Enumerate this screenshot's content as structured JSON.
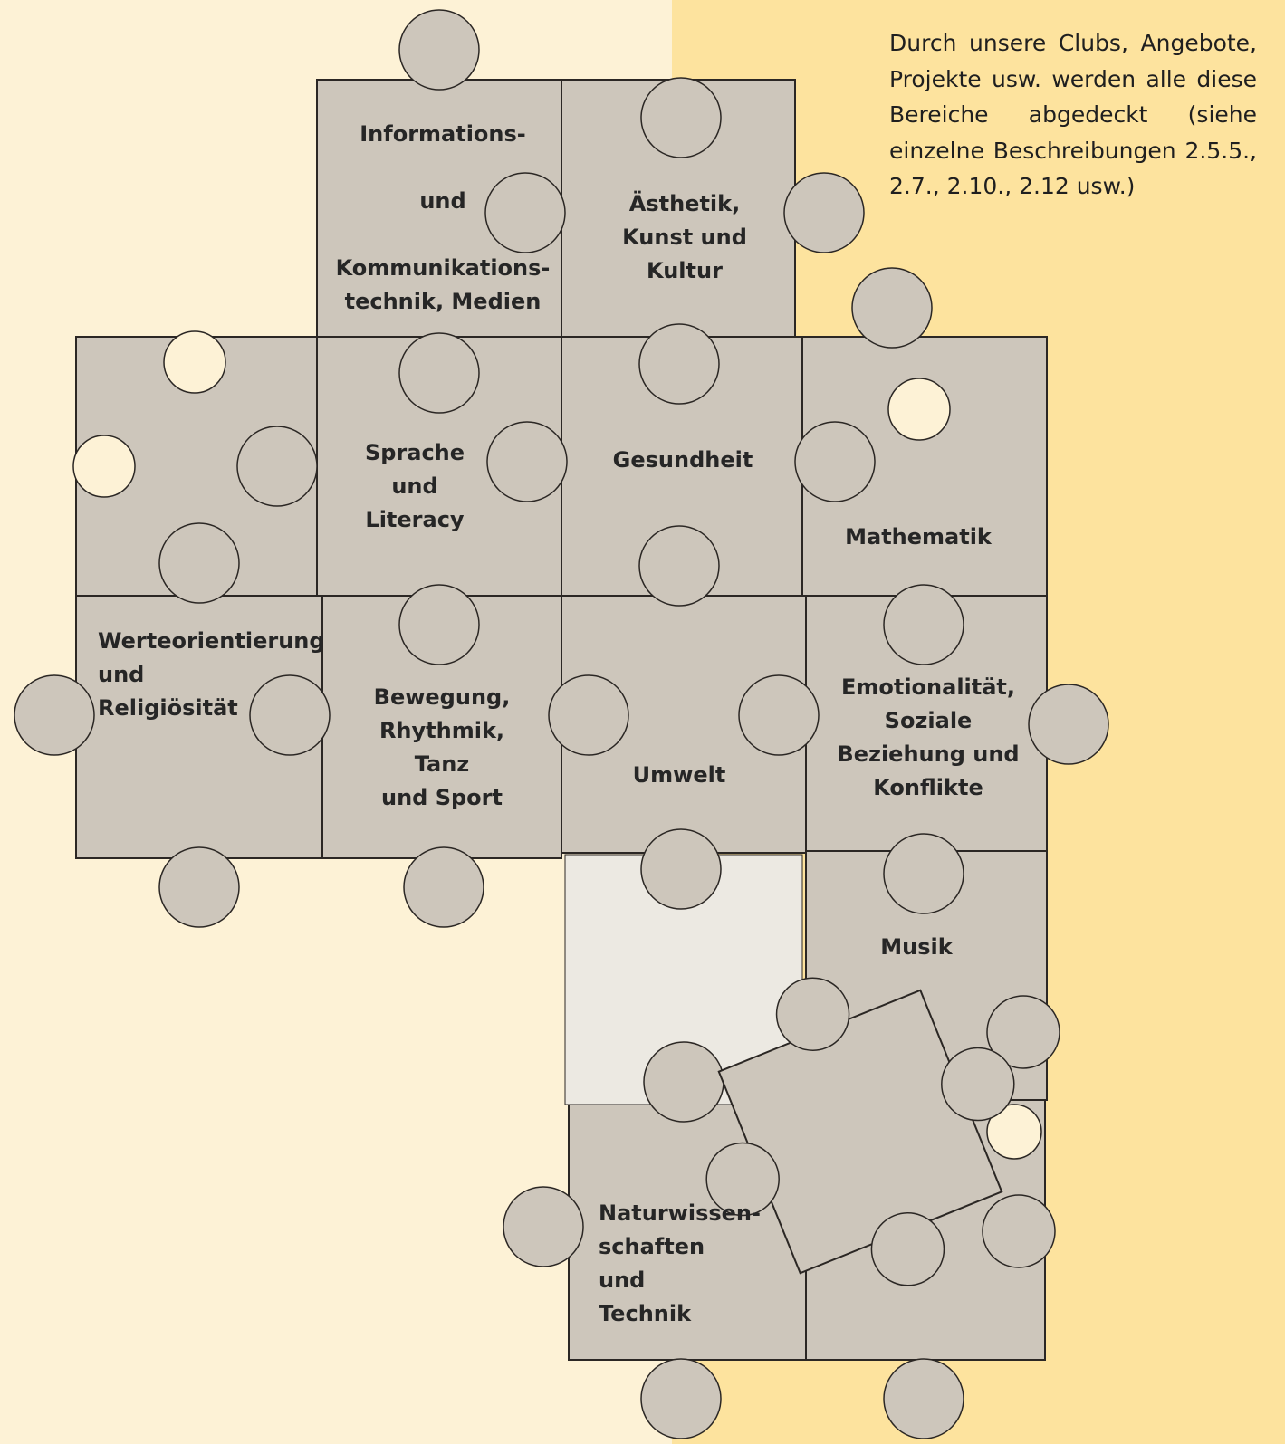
{
  "colors": {
    "background_left": "#fdf2d6",
    "background_right": "#fde39e",
    "piece_fill": "#cdc6bb",
    "piece_edge": "#2b2724",
    "gap_piece_fill": "#ece9e2",
    "label_text": "#262626"
  },
  "intro_text": "Durch unsere Clubs, Angebote, Projekte usw. werden alle diese Bereiche abgedeckt (siehe einzelne Beschreibungen 2.5.5., 2.7., 2.10., 2.12 usw.)",
  "pieces": [
    {
      "id": "information",
      "lines": [
        "Informations-",
        "und",
        "Kommunikations-",
        "technik, Medien"
      ]
    },
    {
      "id": "aesthetik",
      "lines": [
        "Ästhetik,",
        "Kunst und",
        "Kultur"
      ]
    },
    {
      "id": "sprache",
      "lines": [
        "Sprache",
        "und",
        "Literacy"
      ]
    },
    {
      "id": "gesundheit",
      "lines": [
        "Gesundheit"
      ]
    },
    {
      "id": "mathematik",
      "lines": [
        "Mathematik"
      ]
    },
    {
      "id": "werteorientierung",
      "lines": [
        "Werteorientierung",
        "und",
        "Religiösität"
      ]
    },
    {
      "id": "bewegung",
      "lines": [
        "Bewegung,",
        "Rhythmik,",
        "Tanz",
        "und Sport"
      ]
    },
    {
      "id": "umwelt",
      "lines": [
        "Umwelt"
      ]
    },
    {
      "id": "emotionalitaet",
      "lines": [
        "Emotionalität,",
        "Soziale",
        "Beziehung und",
        "Konflikte"
      ]
    },
    {
      "id": "musik",
      "lines": [
        "Musik"
      ]
    },
    {
      "id": "naturwissenschaften",
      "lines": [
        "Naturwissen-",
        "schaften",
        "und",
        "Technik"
      ]
    }
  ]
}
